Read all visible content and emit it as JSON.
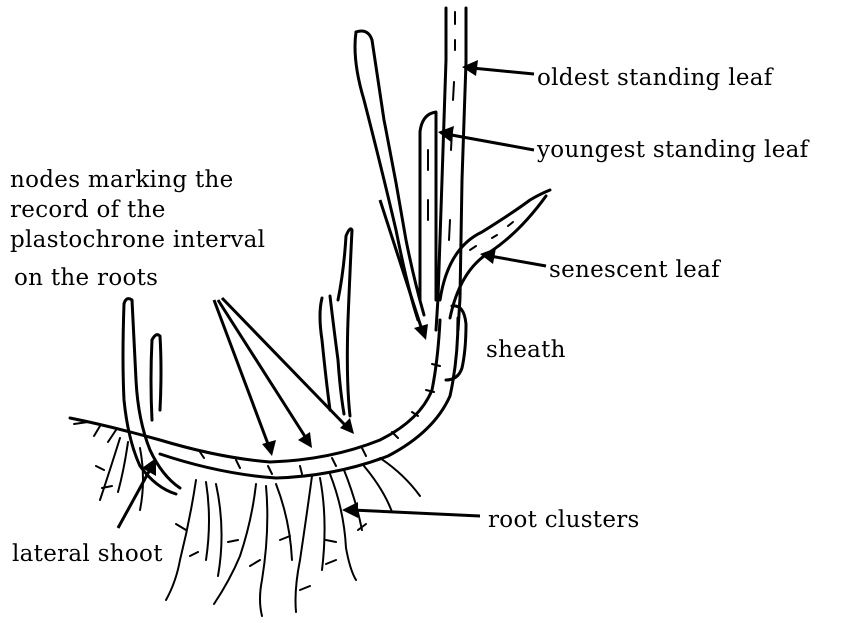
{
  "labels": {
    "oldest": "oldest standing leaf",
    "youngest": "youngest standing leaf",
    "nodes_l1": "nodes marking the",
    "nodes_l2": "record of the",
    "nodes_l3": "plastochrone interval",
    "nodes_l4": "on the roots",
    "senescent": "senescent leaf",
    "sheath": "sheath",
    "root_clusters": "root clusters",
    "lateral": "lateral shoot"
  },
  "colors": {
    "ink": "#000000",
    "background": "#ffffff"
  }
}
